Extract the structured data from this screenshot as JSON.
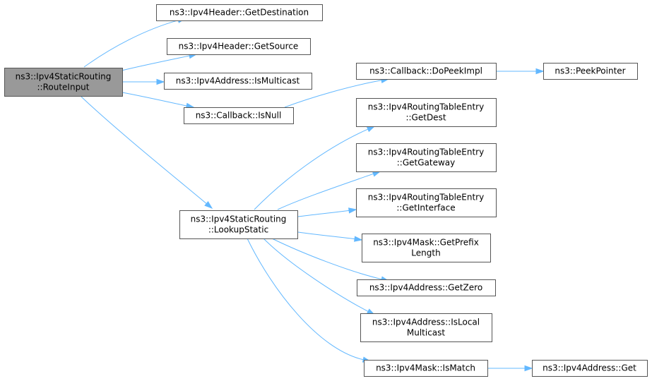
{
  "colors": {
    "root_fill": "#999999",
    "node_fill": "#ffffff",
    "node_border": "#555555",
    "edge": "#63b8ff",
    "text": "#000000"
  },
  "nodes": [
    {
      "id": "route_input",
      "lines": [
        "ns3::Ipv4StaticRouting",
        "::RouteInput"
      ],
      "root": true
    },
    {
      "id": "get_destination",
      "lines": [
        "ns3::Ipv4Header::GetDestination"
      ]
    },
    {
      "id": "get_source",
      "lines": [
        "ns3::Ipv4Header::GetSource"
      ]
    },
    {
      "id": "is_multicast",
      "lines": [
        "ns3::Ipv4Address::IsMulticast"
      ]
    },
    {
      "id": "is_null",
      "lines": [
        "ns3::Callback::IsNull"
      ]
    },
    {
      "id": "do_peek_impl",
      "lines": [
        "ns3::Callback::DoPeekImpl"
      ]
    },
    {
      "id": "peek_pointer",
      "lines": [
        "ns3::PeekPointer"
      ]
    },
    {
      "id": "lookup_static",
      "lines": [
        "ns3::Ipv4StaticRouting",
        "::LookupStatic"
      ]
    },
    {
      "id": "get_dest",
      "lines": [
        "ns3::Ipv4RoutingTableEntry",
        "::GetDest"
      ]
    },
    {
      "id": "get_gateway",
      "lines": [
        "ns3::Ipv4RoutingTableEntry",
        "::GetGateway"
      ]
    },
    {
      "id": "get_interface",
      "lines": [
        "ns3::Ipv4RoutingTableEntry",
        "::GetInterface"
      ]
    },
    {
      "id": "get_prefix_length",
      "lines": [
        "ns3::Ipv4Mask::GetPrefix",
        "Length"
      ]
    },
    {
      "id": "get_zero",
      "lines": [
        "ns3::Ipv4Address::GetZero"
      ]
    },
    {
      "id": "is_local_multicast",
      "lines": [
        "ns3::Ipv4Address::IsLocal",
        "Multicast"
      ]
    },
    {
      "id": "is_match",
      "lines": [
        "ns3::Ipv4Mask::IsMatch"
      ]
    },
    {
      "id": "address_get",
      "lines": [
        "ns3::Ipv4Address::Get"
      ]
    }
  ],
  "edges": [
    {
      "from": "route_input",
      "to": "get_destination"
    },
    {
      "from": "route_input",
      "to": "get_source"
    },
    {
      "from": "route_input",
      "to": "is_multicast"
    },
    {
      "from": "route_input",
      "to": "is_null"
    },
    {
      "from": "route_input",
      "to": "lookup_static"
    },
    {
      "from": "is_null",
      "to": "do_peek_impl"
    },
    {
      "from": "do_peek_impl",
      "to": "peek_pointer"
    },
    {
      "from": "lookup_static",
      "to": "get_dest"
    },
    {
      "from": "lookup_static",
      "to": "get_gateway"
    },
    {
      "from": "lookup_static",
      "to": "get_interface"
    },
    {
      "from": "lookup_static",
      "to": "get_prefix_length"
    },
    {
      "from": "lookup_static",
      "to": "get_zero"
    },
    {
      "from": "lookup_static",
      "to": "is_local_multicast"
    },
    {
      "from": "lookup_static",
      "to": "is_match"
    },
    {
      "from": "is_match",
      "to": "address_get"
    }
  ]
}
